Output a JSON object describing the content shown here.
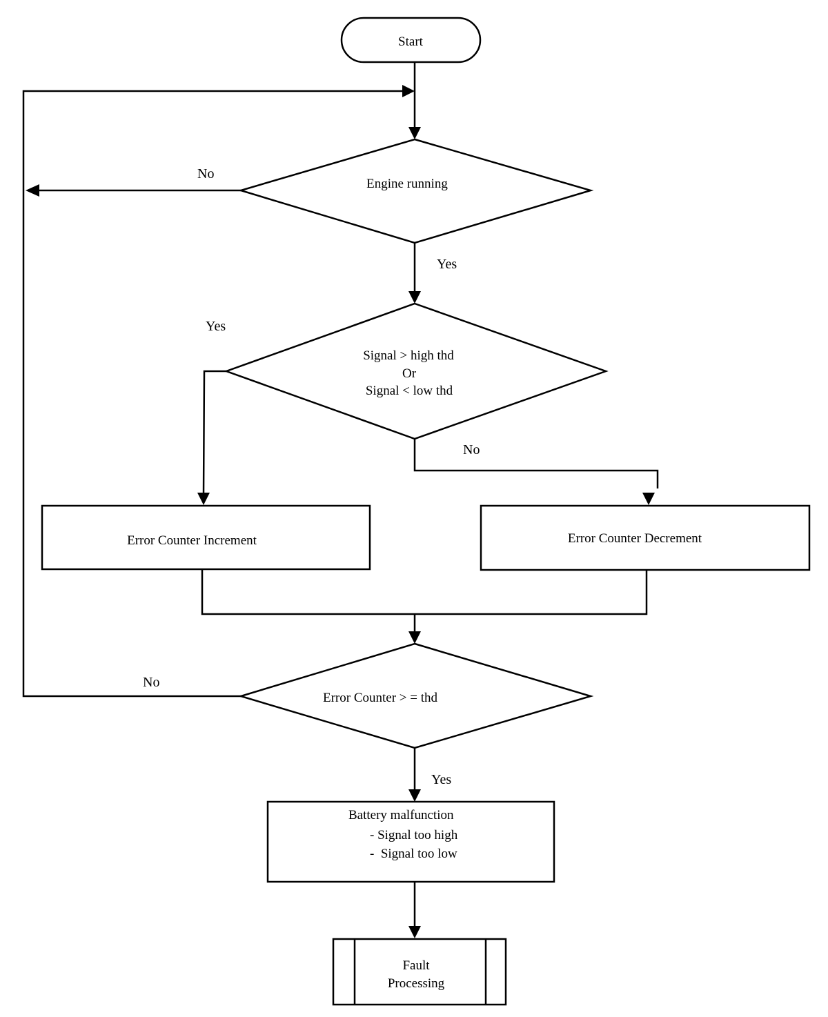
{
  "nodes": {
    "start": "Start",
    "engine_running": "Engine running",
    "signal_check": {
      "line1": "Signal > high thd",
      "line2": "Or",
      "line3": "Signal < low thd"
    },
    "increment": "Error Counter Increment",
    "decrement": "Error Counter Decrement",
    "counter_check": "Error Counter > = thd",
    "malfunction": {
      "title": "Battery malfunction",
      "item1": "- Signal too high",
      "item2": "-  Signal too low"
    },
    "fault": {
      "line1": "Fault",
      "line2": "Processing"
    }
  },
  "labels": {
    "engine_no": "No",
    "engine_yes": "Yes",
    "signal_yes": "Yes",
    "signal_no": "No",
    "counter_no": "No",
    "counter_yes": "Yes"
  }
}
